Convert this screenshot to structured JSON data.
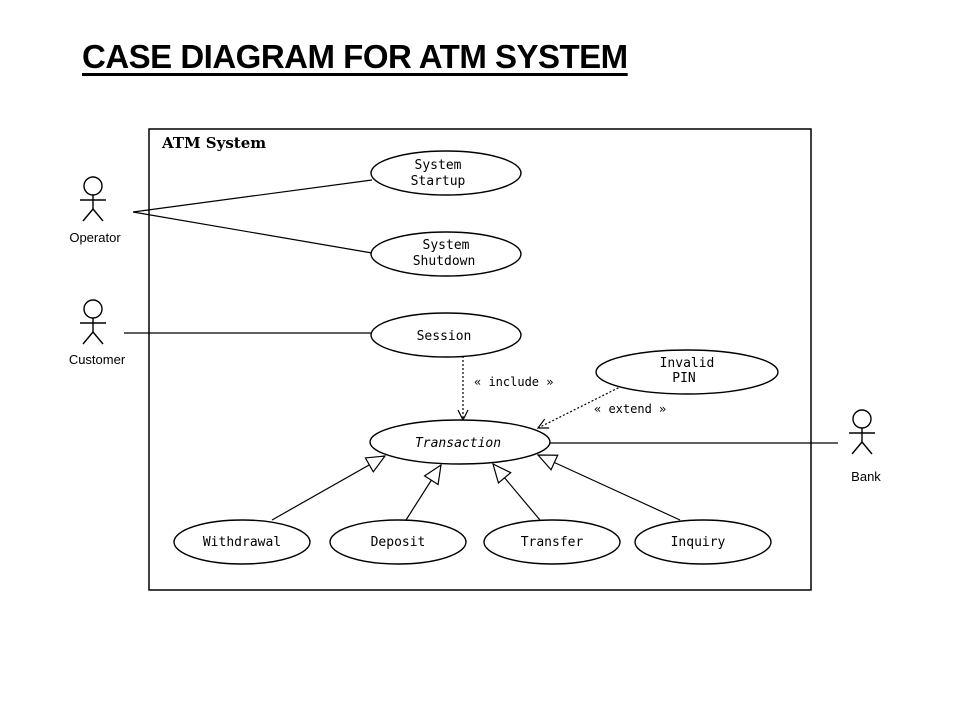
{
  "title": "CASE DIAGRAM FOR ATM SYSTEM",
  "system": {
    "name": "ATM System"
  },
  "actors": {
    "operator": "Operator",
    "customer": "Customer",
    "bank": "Bank"
  },
  "use_cases": {
    "system_startup": [
      "System",
      "Startup"
    ],
    "system_shutdown": [
      "System",
      "Shutdown"
    ],
    "session": "Session",
    "invalid_pin": [
      "Invalid",
      "PIN"
    ],
    "transaction": "Transaction",
    "withdrawal": "Withdrawal",
    "deposit": "Deposit",
    "transfer": "Transfer",
    "inquiry": "Inquiry"
  },
  "relationships": {
    "include": "« include »",
    "extend": "« extend »"
  }
}
